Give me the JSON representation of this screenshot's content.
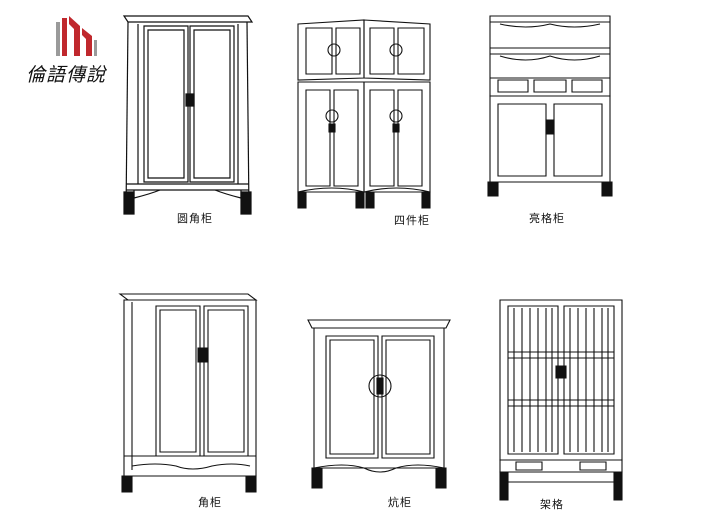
{
  "logo": {
    "text": "倫語傳說"
  },
  "cabinets": [
    {
      "label": "圆角柜"
    },
    {
      "label": "四件柜"
    },
    {
      "label": "亮格柜"
    },
    {
      "label": "角柜"
    },
    {
      "label": "炕柜"
    },
    {
      "label": "架格"
    }
  ],
  "colors": {
    "ink": "#111111",
    "logo_red": "#c0282d",
    "logo_grey": "#9a9a9a",
    "background": "#ffffff"
  }
}
